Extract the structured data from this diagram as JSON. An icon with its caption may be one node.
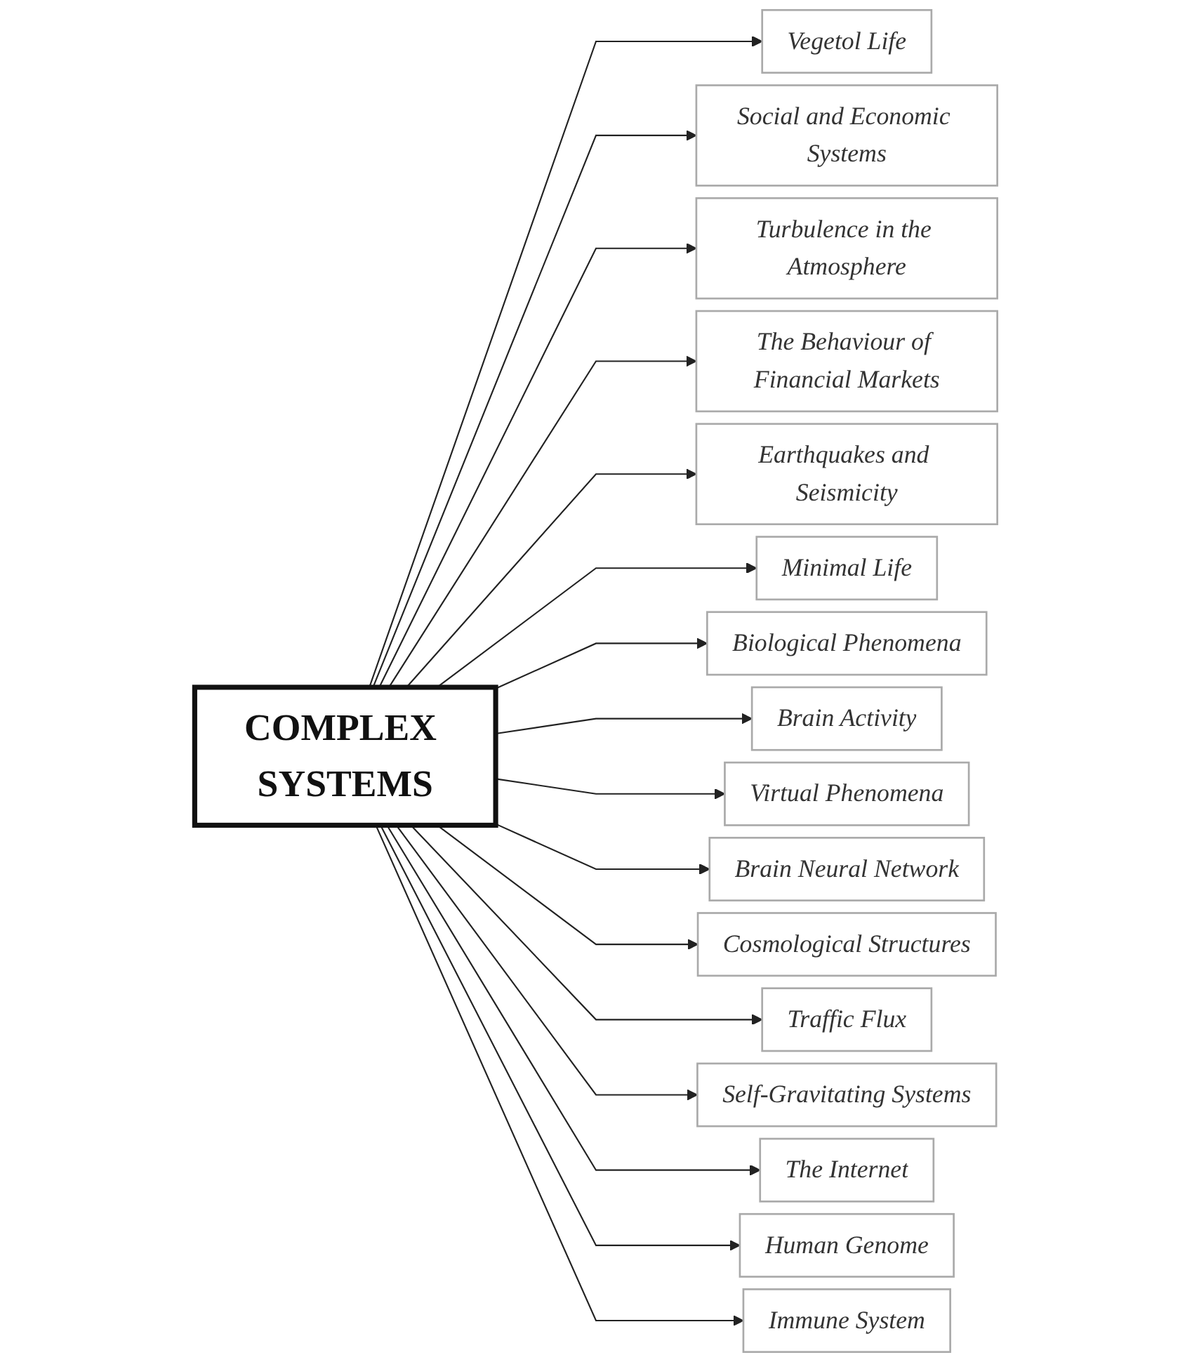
{
  "diagram": {
    "nodes": [
      {
        "text": [
          "COMPLEX SYSTEMS"
        ]
      },
      {
        "text": [
          "Vegetol Life"
        ]
      },
      {
        "text": [
          "Social and Economic Systems"
        ]
      },
      {
        "text": [
          "Turbulence in the Atmosphere"
        ]
      },
      {
        "text": [
          "The Behaviour of Financial Markets"
        ]
      },
      {
        "text": [
          "Earthquakes and Seismicity"
        ]
      },
      {
        "text": [
          "Minimal Life"
        ]
      },
      {
        "text": [
          "Biological Phenomena"
        ]
      },
      {
        "text": [
          "Brain Activity"
        ]
      },
      {
        "text": [
          "Virtual Phenomena"
        ]
      },
      {
        "text": [
          "Brain Neural Network"
        ]
      },
      {
        "text": [
          "Cosmological Structures"
        ]
      },
      {
        "text": [
          "Traffic Flux"
        ]
      },
      {
        "text": [
          "Self-Gravitating Systems"
        ]
      },
      {
        "text": [
          "The Internet"
        ]
      },
      {
        "text": [
          "Human Genome"
        ]
      },
      {
        "text": [
          "Immune System"
        ]
      }
    ],
    "edges": [
      {
        "from": 0,
        "to": 1,
        "arrow": "to"
      },
      {
        "from": 0,
        "to": 2,
        "arrow": "to"
      },
      {
        "from": 0,
        "to": 3,
        "arrow": "to"
      },
      {
        "from": 0,
        "to": 4,
        "arrow": "to"
      },
      {
        "from": 0,
        "to": 5,
        "arrow": "to"
      },
      {
        "from": 0,
        "to": 6,
        "arrow": "to"
      },
      {
        "from": 0,
        "to": 7,
        "arrow": "to"
      },
      {
        "from": 0,
        "to": 8,
        "arrow": "to"
      },
      {
        "from": 0,
        "to": 9,
        "arrow": "to"
      },
      {
        "from": 0,
        "to": 10,
        "arrow": "to"
      },
      {
        "from": 0,
        "to": 11,
        "arrow": "to"
      },
      {
        "from": 0,
        "to": 12,
        "arrow": "to"
      },
      {
        "from": 0,
        "to": 13,
        "arrow": "to"
      },
      {
        "from": 0,
        "to": 14,
        "arrow": "to"
      },
      {
        "from": 0,
        "to": 15,
        "arrow": "to"
      },
      {
        "from": 0,
        "to": 16,
        "arrow": "to"
      }
    ]
  }
}
